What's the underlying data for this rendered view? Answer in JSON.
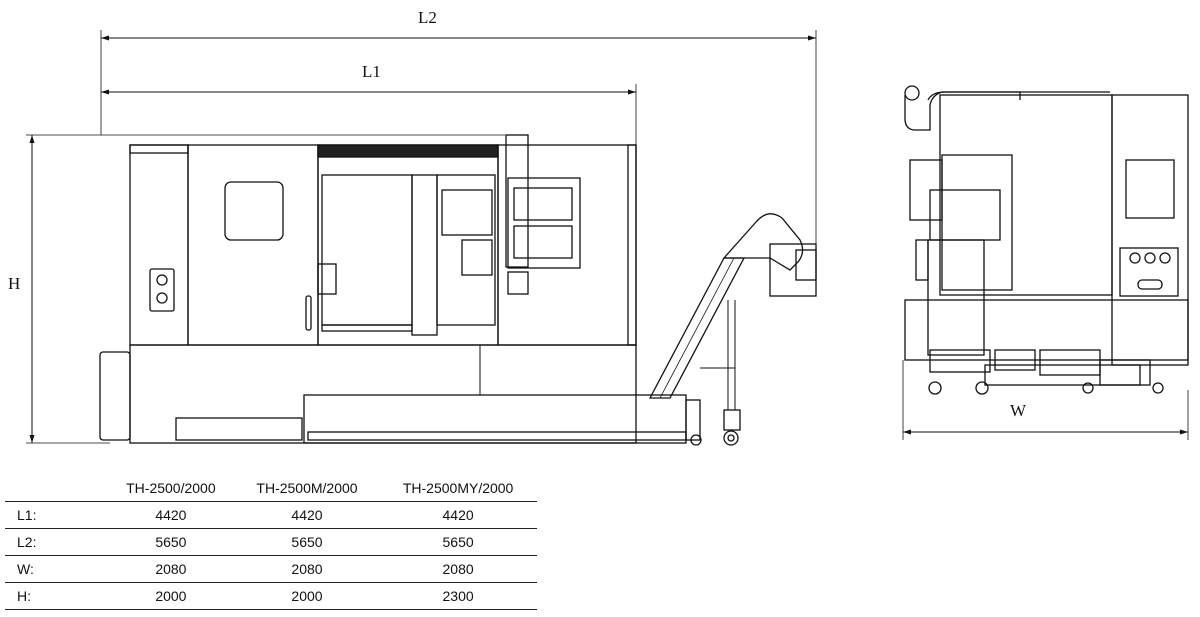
{
  "dimension_labels": {
    "l2": "L2",
    "l1": "L1",
    "h": "H",
    "w": "W"
  },
  "spec_table": {
    "columns": [
      "",
      "TH-2500/2000",
      "TH-2500M/2000",
      "TH-2500MY/2000"
    ],
    "rows": [
      {
        "label": "L1:",
        "values": [
          "4420",
          "4420",
          "4420"
        ]
      },
      {
        "label": "L2:",
        "values": [
          "5650",
          "5650",
          "5650"
        ]
      },
      {
        "label": "W:",
        "values": [
          "2080",
          "2080",
          "2080"
        ]
      },
      {
        "label": "H:",
        "values": [
          "2000",
          "2000",
          "2300"
        ]
      }
    ]
  }
}
